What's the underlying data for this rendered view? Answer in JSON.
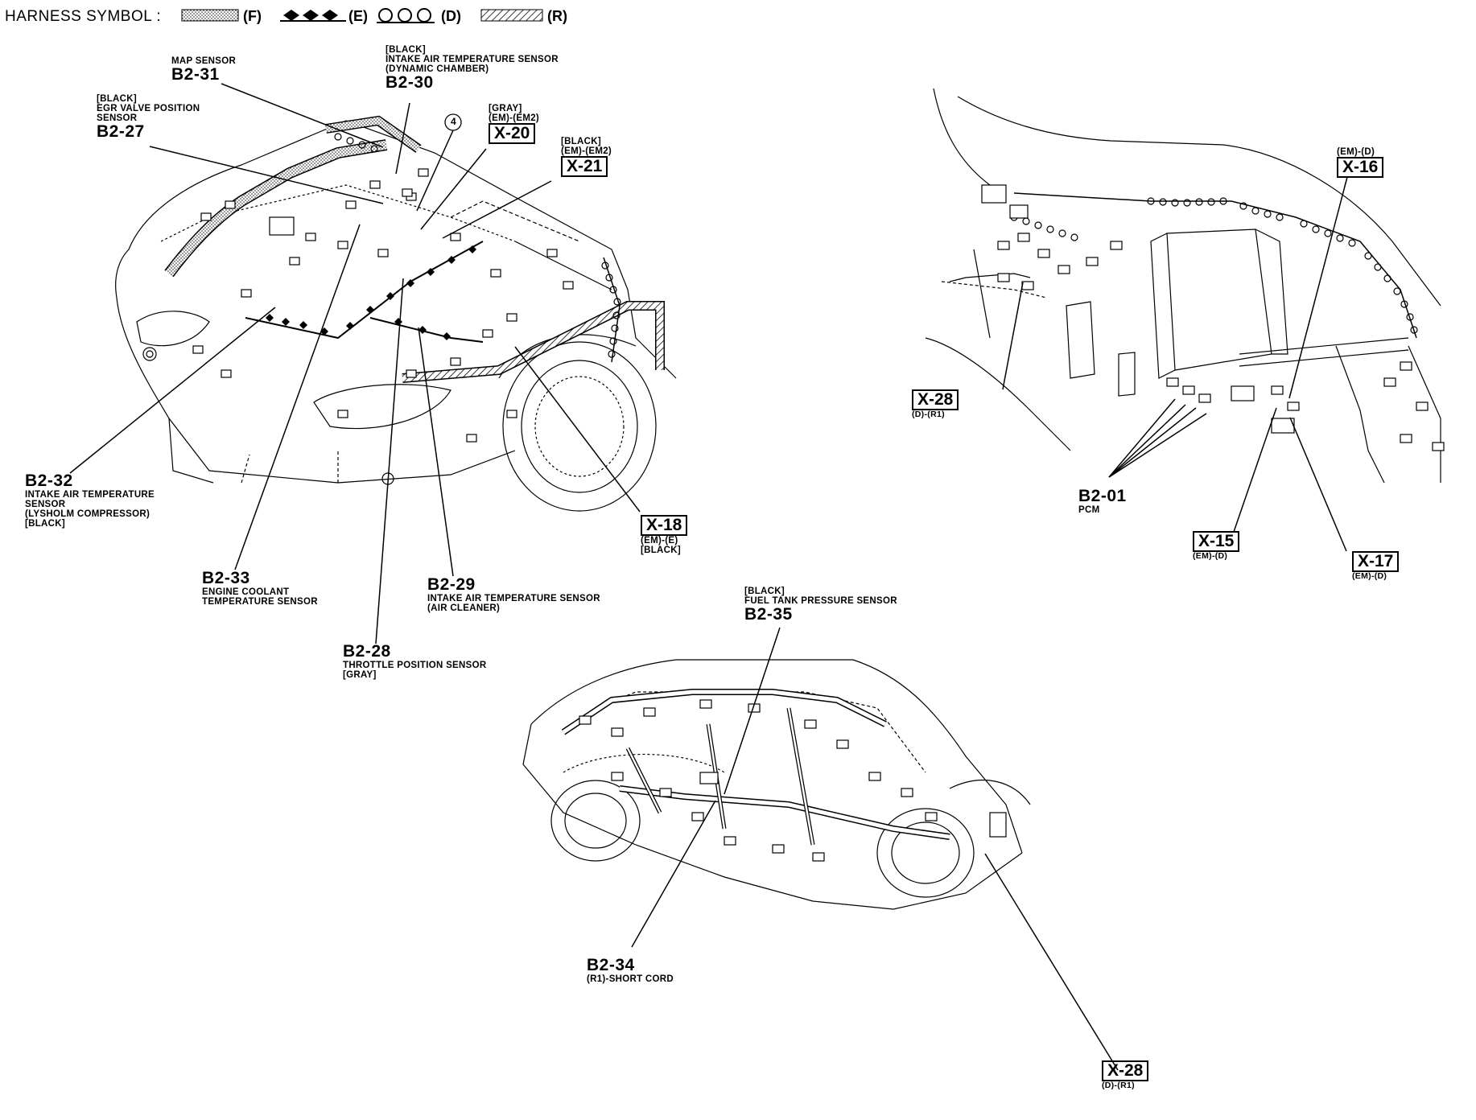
{
  "legend": {
    "title": "HARNESS SYMBOL :",
    "f_label": "(F)",
    "e_label": "(E)",
    "d_label": "(D)",
    "r_label": "(R)"
  },
  "connectors": {
    "b2_31": {
      "code": "B2-31",
      "desc": [
        "MAP SENSOR"
      ]
    },
    "b2_30": {
      "code": "B2-30",
      "desc": [
        "[BLACK]",
        "INTAKE AIR TEMPERATURE SENSOR",
        "(DYNAMIC CHAMBER)"
      ]
    },
    "b2_27": {
      "code": "B2-27",
      "desc": [
        "[BLACK]",
        "EGR VALVE POSITION",
        "SENSOR"
      ]
    },
    "circle_num": "4",
    "x_20": {
      "code": "X-20",
      "desc": [
        "[GRAY]",
        "(EM)-(EM2)"
      ]
    },
    "x_21": {
      "code": "X-21",
      "desc": [
        "[BLACK]",
        "(EM)-(EM2)"
      ]
    },
    "b2_32": {
      "code": "B2-32",
      "desc": [
        "INTAKE AIR TEMPERATURE",
        "SENSOR",
        "(LYSHOLM COMPRESSOR)",
        "[BLACK]"
      ]
    },
    "b2_33": {
      "code": "B2-33",
      "desc": [
        "ENGINE COOLANT",
        "TEMPERATURE SENSOR"
      ]
    },
    "b2_29": {
      "code": "B2-29",
      "desc": [
        "INTAKE AIR TEMPERATURE SENSOR",
        "(AIR CLEANER)"
      ]
    },
    "b2_28": {
      "code": "B2-28",
      "desc": [
        "THROTTLE POSITION SENSOR",
        "[GRAY]"
      ]
    },
    "x_18": {
      "code": "X-18",
      "desc": [
        "(EM)-(E)",
        "[BLACK]"
      ]
    },
    "x_16": {
      "code": "X-16",
      "desc": [
        "(EM)-(D)"
      ]
    },
    "x_28_top": {
      "code": "X-28",
      "desc": [
        "(D)-(R1)"
      ]
    },
    "b2_01": {
      "code": "B2-01",
      "desc": [
        "PCM"
      ]
    },
    "x_15": {
      "code": "X-15",
      "desc": [
        "(EM)-(D)"
      ]
    },
    "x_17": {
      "code": "X-17",
      "desc": [
        "(EM)-(D)"
      ]
    },
    "b2_35": {
      "code": "B2-35",
      "desc": [
        "[BLACK]",
        "FUEL TANK PRESSURE SENSOR"
      ]
    },
    "b2_34": {
      "code": "B2-34",
      "desc": [
        "(R1)-SHORT CORD"
      ]
    },
    "x_28_bottom": {
      "code": "X-28",
      "desc": [
        "(D)-(R1)"
      ]
    }
  }
}
